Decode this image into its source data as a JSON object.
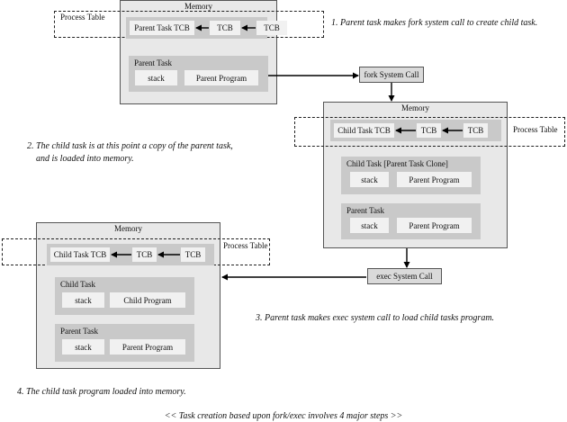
{
  "memory1": {
    "title": "Memory",
    "process_table_label": "Process Table",
    "tcbs": [
      "Parent Task TCB",
      "TCB",
      "TCB"
    ],
    "task": {
      "title": "Parent Task",
      "stack": "stack",
      "program": "Parent Program"
    }
  },
  "fork_call": "fork System Call",
  "memory2": {
    "title": "Memory",
    "process_table_label": "Process Table",
    "tcbs": [
      "Child Task TCB",
      "TCB",
      "TCB"
    ],
    "child_task": {
      "title": "Child Task [Parent Task Clone]",
      "stack": "stack",
      "program": "Parent Program"
    },
    "parent_task": {
      "title": "Parent Task",
      "stack": "stack",
      "program": "Parent Program"
    }
  },
  "exec_call": "exec System Call",
  "memory3": {
    "title": "Memory",
    "process_table_label": "Process Table",
    "tcbs": [
      "Child Task TCB",
      "TCB",
      "TCB"
    ],
    "child_task": {
      "title": "Child Task",
      "stack": "stack",
      "program": "Child Program"
    },
    "parent_task": {
      "title": "Parent Task",
      "stack": "stack",
      "program": "Parent Program"
    }
  },
  "notes": {
    "step1": "1. Parent task makes fork system call to create child task.",
    "step2_line1": "2. The child task is at this point a copy of the parent task,",
    "step2_line2": "and is loaded into memory.",
    "step3": "3. Parent task makes exec system call to load child tasks program.",
    "step4": "4. The child task program loaded into memory.",
    "caption": "<< Task creation based upon fork/exec involves 4 major steps >>"
  }
}
